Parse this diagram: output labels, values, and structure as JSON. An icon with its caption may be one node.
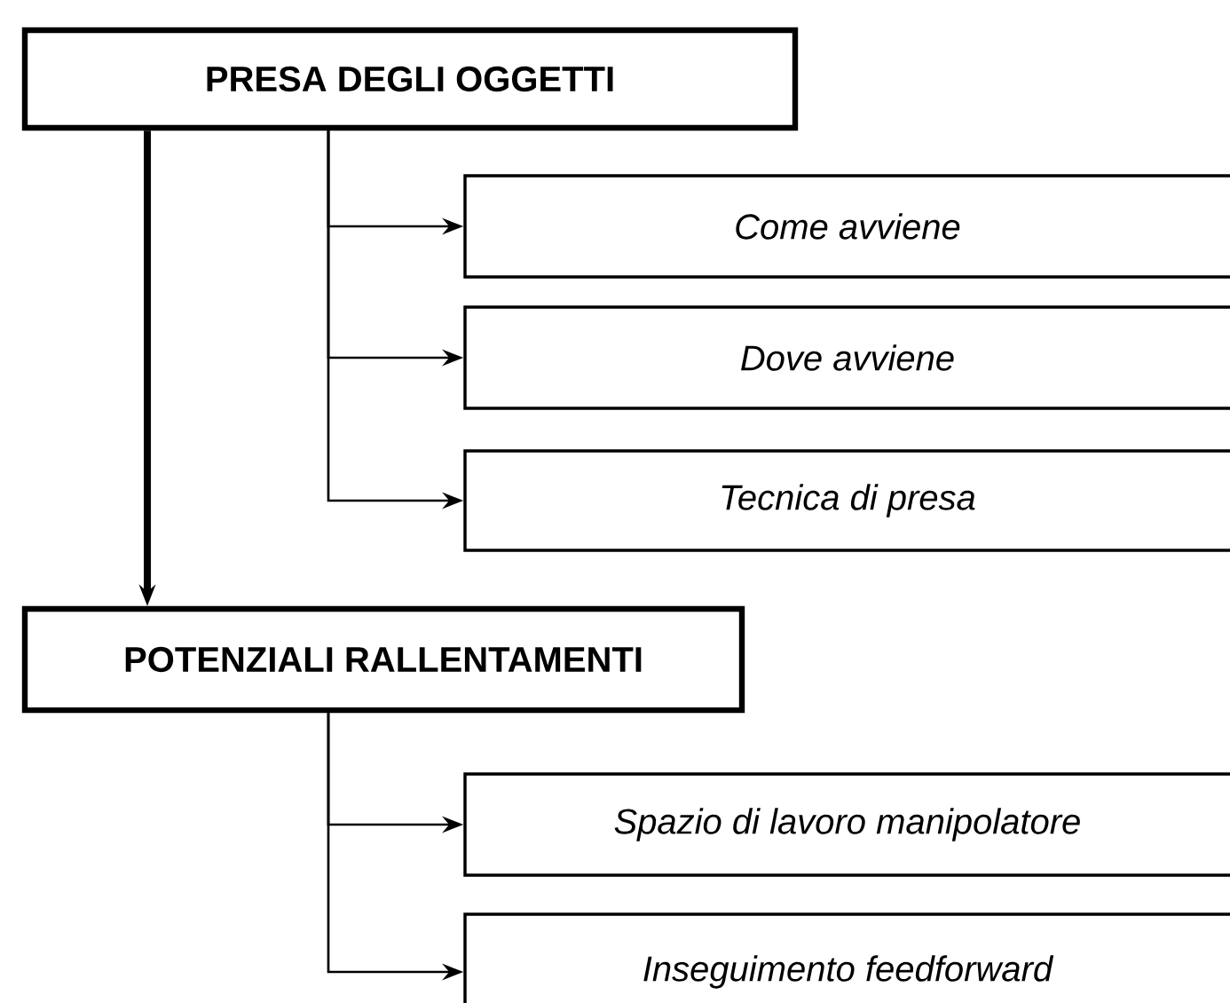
{
  "diagram": {
    "nodes": [
      {
        "text": [
          "PRESA DEGLI OGGETTI"
        ]
      },
      {
        "text": [
          "Come avviene"
        ]
      },
      {
        "text": [
          "Dove avviene"
        ]
      },
      {
        "text": [
          "Tecnica di presa"
        ]
      },
      {
        "text": [
          "POTENZIALI RALLENTAMENTI"
        ]
      },
      {
        "text": [
          "Spazio di lavoro manipolatore"
        ]
      },
      {
        "text": [
          "Inseguimento feedforward"
        ]
      }
    ],
    "edges": [
      {
        "from": 0,
        "to": 4,
        "arrow": "to",
        "style": "thick"
      },
      {
        "from": 0,
        "to": 1,
        "arrow": "to"
      },
      {
        "from": 0,
        "to": 2,
        "arrow": "to"
      },
      {
        "from": 0,
        "to": 3,
        "arrow": "to"
      },
      {
        "from": 4,
        "to": 5,
        "arrow": "to"
      },
      {
        "from": 4,
        "to": 6,
        "arrow": "to"
      }
    ]
  }
}
